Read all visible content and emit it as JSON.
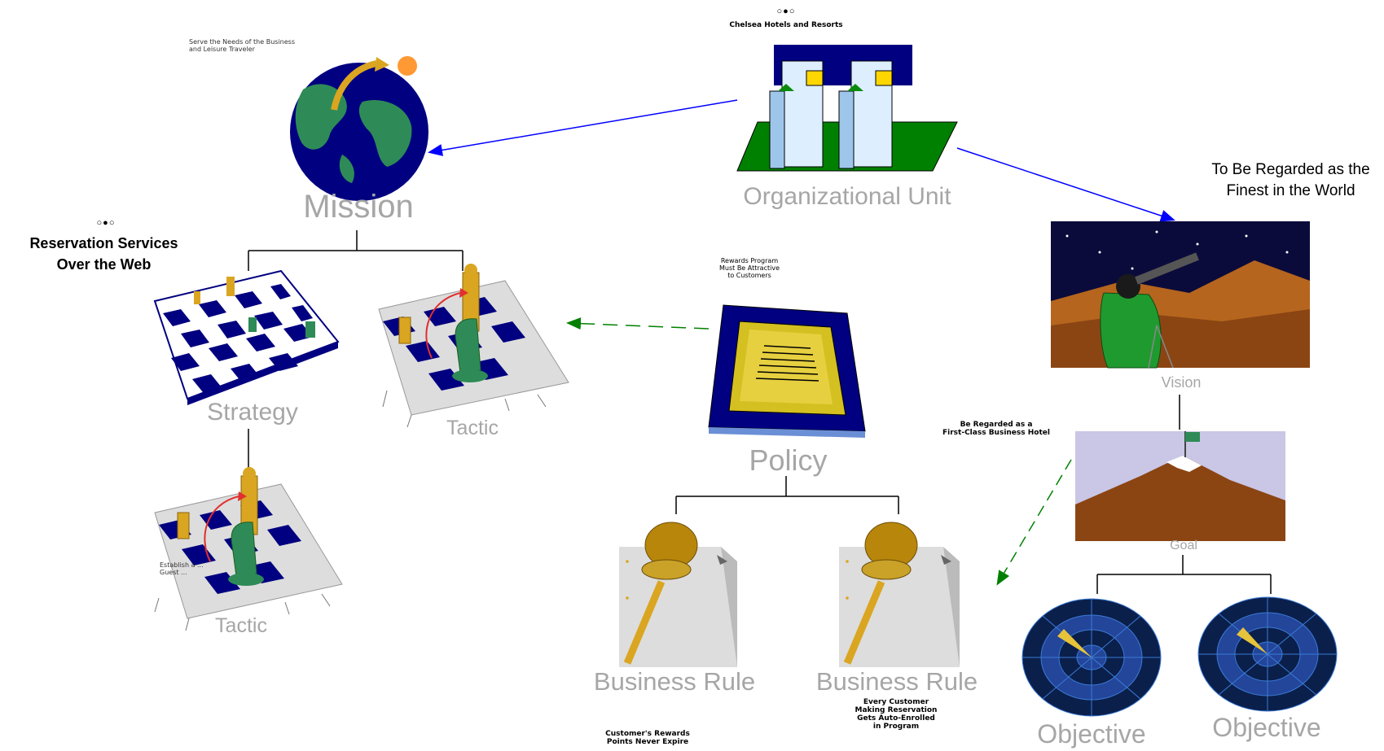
{
  "org": {
    "dots": "○●○",
    "name": "Chelsea Hotels and Resorts",
    "label": "Organizational Unit"
  },
  "mission": {
    "note": "Serve the Needs of the Business\nand Leisure Traveler",
    "label": "Mission"
  },
  "strategy": {
    "dots": "○●○",
    "name": "Reservation Services\nOver the Web",
    "label": "Strategy"
  },
  "tactic_top": {
    "label": "Tactic"
  },
  "tactic_bottom": {
    "label": "Tactic",
    "note": "Establish a ...\nGuest ..."
  },
  "policy": {
    "note": "Rewards Program\nMust Be Attractive\nto Customers",
    "label": "Policy"
  },
  "business_rules": [
    {
      "label": "Business Rule",
      "note": "Customer's Rewards\nPoints Never Expire"
    },
    {
      "label": "Business Rule",
      "note": "Every Customer\nMaking Reservation\nGets Auto-Enrolled\nin Program"
    }
  ],
  "vision": {
    "statement": "To Be Regarded as the\nFinest in the World",
    "label": "Vision"
  },
  "goal": {
    "note": "Be Regarded as a\nFirst-Class Business Hotel",
    "label": "Goal"
  },
  "objectives": [
    {
      "label": "Objective"
    },
    {
      "label": "Objective"
    }
  ],
  "colors": {
    "navy": "#000080",
    "green": "#008000",
    "blue_arrow": "#0000ff",
    "label_gray": "#a6a6a6",
    "gold": "#b8860b",
    "earth": "#a0522d"
  }
}
